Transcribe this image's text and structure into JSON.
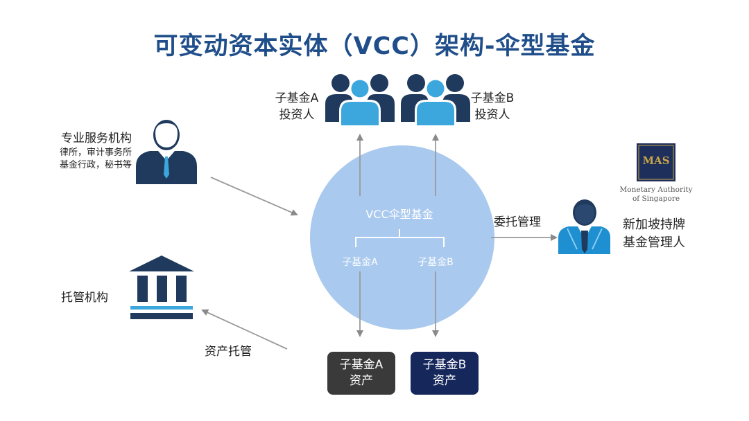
{
  "title": "可变动资本实体（VCC）架构-伞型基金",
  "investor_a": {
    "line1": "子基金A",
    "line2": "投资人"
  },
  "investor_b": {
    "line1": "子基金B",
    "line2": "投资人"
  },
  "service_provider": {
    "title": "专业服务机构",
    "line1": "律所，审计事务所",
    "line2": "基金行政，秘书等"
  },
  "custodian": {
    "label": "托管机构"
  },
  "custody_arrow_label": "资产托管",
  "delegation_label": "委托管理",
  "circle": {
    "title": "VCC伞型基金",
    "sub_a": "子基金A",
    "sub_b": "子基金B"
  },
  "manager": {
    "line1": "新加坡持牌",
    "line2": "基金管理人"
  },
  "mas": {
    "logo": "MAS",
    "line1": "Monetary Authority",
    "line2": "of Singapore"
  },
  "asset_a": {
    "line1": "子基金A",
    "line2": "资产",
    "color": "#3a3a3a"
  },
  "asset_b": {
    "line1": "子基金B",
    "line2": "资产",
    "color": "#15275b"
  },
  "colors": {
    "circle": "#a9c9ee",
    "people_dark": "#1f3a5c",
    "people_light": "#3ba7dd",
    "arrow": "#9a9a9a"
  }
}
